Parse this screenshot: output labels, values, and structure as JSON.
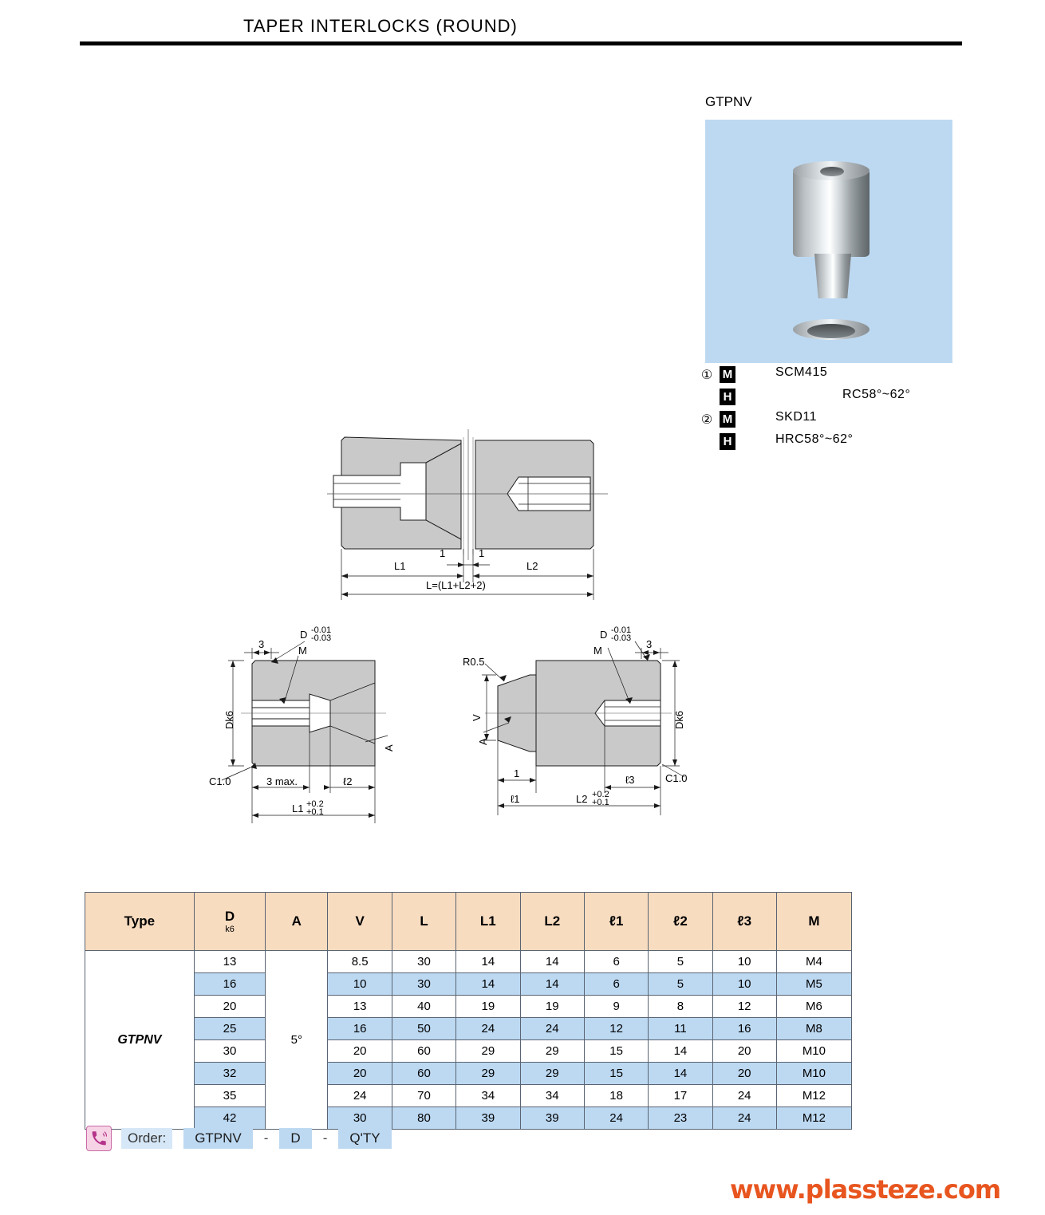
{
  "header": {
    "title": "TAPER  INTERLOCKS (ROUND)"
  },
  "product": {
    "label": "GTPNV",
    "panel_color": "#bdd9f2"
  },
  "material_legend": [
    {
      "index": "①",
      "badge": "M",
      "value": "SCM415",
      "pos": "a"
    },
    {
      "index": "",
      "badge": "H",
      "value": "RC58°~62°",
      "pos": "b"
    },
    {
      "index": "②",
      "badge": "M",
      "value": "SKD11",
      "pos": "c"
    },
    {
      "index": "",
      "badge": "H",
      "value": "HRC58°~62°",
      "pos": "d"
    }
  ],
  "assembly_drawing": {
    "dim_l1": "L1",
    "dim_l2": "L2",
    "dim_gap_left": "1",
    "dim_gap_right": "1",
    "dim_total": "L=(L1+L2+2)"
  },
  "detail_left": {
    "d_tol": "D",
    "d_tol_upper": "-0.01",
    "d_tol_lower": "-0.03",
    "chamfer_3": "3",
    "thread_m": "M",
    "dia_dk6": "Dk6",
    "chamfer_c": "C1.0",
    "three_max": "3 max.",
    "l2_small": "ℓ2",
    "l1_dim": "L1",
    "l1_tol_upper": "+0.2",
    "l1_tol_lower": "+0.1",
    "angle_a": "A"
  },
  "detail_right": {
    "radius": "R0.5",
    "v_dim": "V",
    "angle_a": "A",
    "one": "1",
    "l1_small": "ℓ1",
    "l2_dim": "L2",
    "l2_tol_upper": "+0.2",
    "l2_tol_lower": "+0.1",
    "l3_small": "ℓ3",
    "d_tol": "D",
    "d_tol_upper": "-0.01",
    "d_tol_lower": "-0.03",
    "chamfer_3": "3",
    "thread_m": "M",
    "dia_dk6": "Dk6",
    "chamfer_c": "C1.0"
  },
  "spec_table": {
    "columns": [
      {
        "label": "Type",
        "sub": ""
      },
      {
        "label": "D",
        "sub": "k6"
      },
      {
        "label": "A",
        "sub": ""
      },
      {
        "label": "V",
        "sub": ""
      },
      {
        "label": "L",
        "sub": ""
      },
      {
        "label": "L1",
        "sub": ""
      },
      {
        "label": "L2",
        "sub": ""
      },
      {
        "label": "ℓ1",
        "sub": ""
      },
      {
        "label": "ℓ2",
        "sub": ""
      },
      {
        "label": "ℓ3",
        "sub": ""
      },
      {
        "label": "M",
        "sub": ""
      }
    ],
    "type": "GTPNV",
    "angle": "5°",
    "rows": [
      {
        "D": "13",
        "V": "8.5",
        "L": "30",
        "L1": "14",
        "L2": "14",
        "l1": "6",
        "l2": "5",
        "l3": "10",
        "M": "M4"
      },
      {
        "D": "16",
        "V": "10",
        "L": "30",
        "L1": "14",
        "L2": "14",
        "l1": "6",
        "l2": "5",
        "l3": "10",
        "M": "M5"
      },
      {
        "D": "20",
        "V": "13",
        "L": "40",
        "L1": "19",
        "L2": "19",
        "l1": "9",
        "l2": "8",
        "l3": "12",
        "M": "M6"
      },
      {
        "D": "25",
        "V": "16",
        "L": "50",
        "L1": "24",
        "L2": "24",
        "l1": "12",
        "l2": "11",
        "l3": "16",
        "M": "M8"
      },
      {
        "D": "30",
        "V": "20",
        "L": "60",
        "L1": "29",
        "L2": "29",
        "l1": "15",
        "l2": "14",
        "l3": "20",
        "M": "M10"
      },
      {
        "D": "32",
        "V": "20",
        "L": "60",
        "L1": "29",
        "L2": "29",
        "l1": "15",
        "l2": "14",
        "l3": "20",
        "M": "M10"
      },
      {
        "D": "35",
        "V": "24",
        "L": "70",
        "L1": "34",
        "L2": "34",
        "l1": "18",
        "l2": "17",
        "l3": "24",
        "M": "M12"
      },
      {
        "D": "42",
        "V": "30",
        "L": "80",
        "L1": "39",
        "L2": "39",
        "l1": "24",
        "l2": "23",
        "l3": "24",
        "M": "M12"
      }
    ]
  },
  "order": {
    "icon": "phone-icon",
    "label": "Order:",
    "chips": [
      "GTPNV",
      "D",
      "Q'TY"
    ],
    "separator": "-"
  },
  "footer": {
    "url": "www.plassteze.com",
    "url_color": "#e8551f"
  }
}
